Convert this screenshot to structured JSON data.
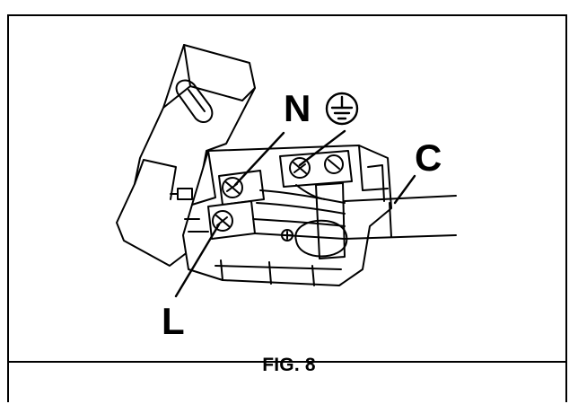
{
  "figure": {
    "caption": "FIG. 8",
    "labels": {
      "neutral": "N",
      "live": "L",
      "cable": "C"
    },
    "earth_symbol": "earth-ground-icon"
  }
}
